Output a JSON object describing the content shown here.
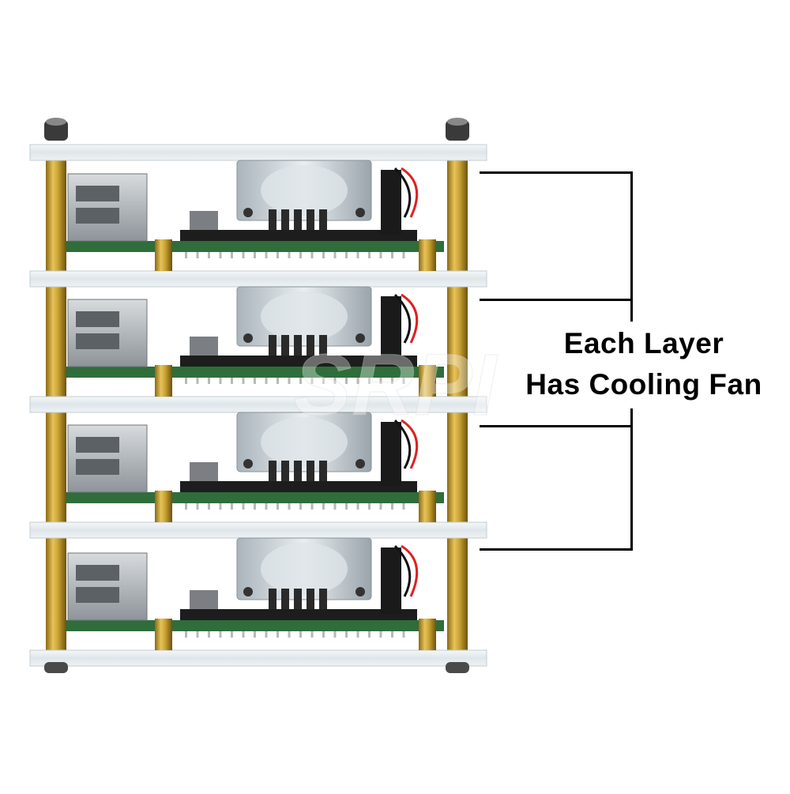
{
  "callout": {
    "line1": "Each Layer",
    "line2": "Has Cooling Fan"
  },
  "watermark": "SRPI",
  "product": {
    "layers": 4,
    "acrylic_plates": 5
  },
  "colors": {
    "pcb": "#2f6d3a",
    "brass": "#c9a233",
    "acrylic": "#e6ecef",
    "fan": "#c9d2d8",
    "text": "#000000"
  }
}
